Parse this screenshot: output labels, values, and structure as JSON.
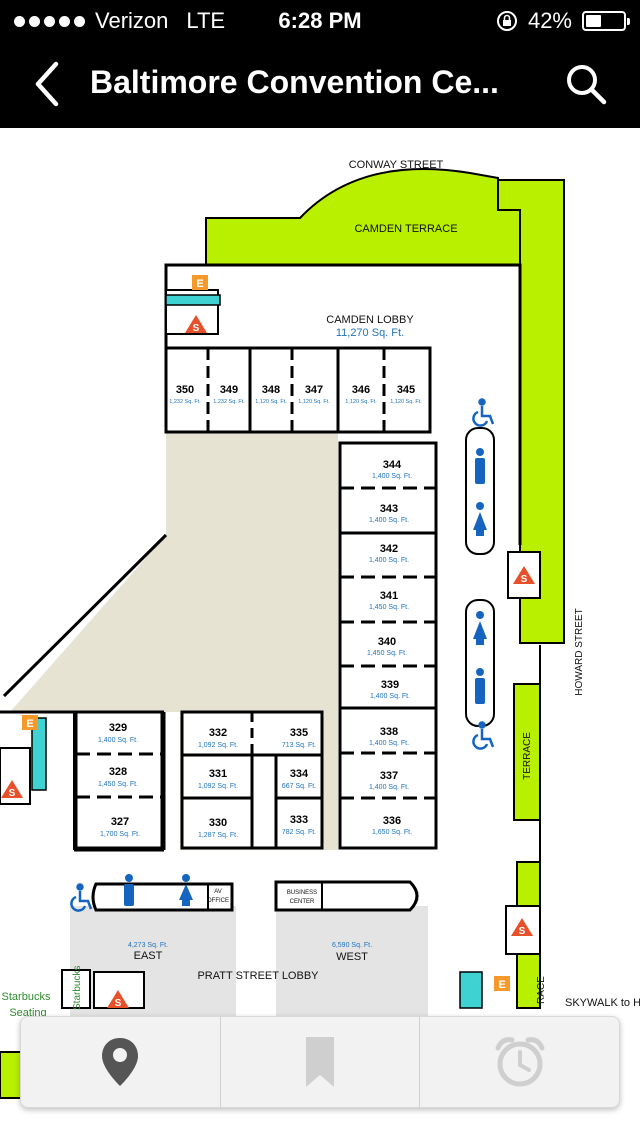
{
  "status_bar": {
    "carrier": "Verizon",
    "network": "LTE",
    "time": "6:28 PM",
    "battery": "42%",
    "battery_level": 0.42
  },
  "nav": {
    "title": "Baltimore Convention Ce..."
  },
  "map": {
    "streets": {
      "conway": "CONWAY STREET",
      "howard": "HOWARD STREET",
      "skywalk": "SKYWALK to H"
    },
    "areas": {
      "camden_terrace": "CAMDEN TERRACE",
      "camden_lobby": "CAMDEN LOBBY",
      "camden_lobby_sqft": "11,270 Sq. Ft.",
      "terrace": "TERRACE",
      "terrace_partial": "RACE",
      "pratt_lobby": "PRATT STREET LOBBY",
      "east": "EAST",
      "east_sqft": "4,273 Sq. Ft.",
      "west": "WEST",
      "west_sqft": "6,590 Sq. Ft.",
      "av_office_1": "AV",
      "av_office_2": "OFFICE",
      "business_center_1": "BUSINESS",
      "business_center_2": "CENTER",
      "starbucks_1": "Starbucks",
      "starbucks_2": "Seating",
      "starbucks_vertical": "Starbucks",
      "elevator": "E",
      "stairs": "S"
    },
    "rooms_top": [
      {
        "number": "350",
        "sqft": "1,232 Sq. Ft."
      },
      {
        "number": "349",
        "sqft": "1,232 Sq. Ft."
      },
      {
        "number": "348",
        "sqft": "1,120 Sq. Ft."
      },
      {
        "number": "347",
        "sqft": "1,120 Sq. Ft."
      },
      {
        "number": "346",
        "sqft": "1,120 Sq. Ft."
      },
      {
        "number": "345",
        "sqft": "1,120 Sq. Ft."
      }
    ],
    "rooms_right": [
      {
        "number": "344",
        "sqft": "1,400 Sq. Ft."
      },
      {
        "number": "343",
        "sqft": "1,400 Sq. Ft."
      },
      {
        "number": "342",
        "sqft": "1,400 Sq. Ft."
      },
      {
        "number": "341",
        "sqft": "1,450 Sq. Ft."
      },
      {
        "number": "340",
        "sqft": "1,450 Sq. Ft."
      },
      {
        "number": "339",
        "sqft": "1,400 Sq. Ft."
      },
      {
        "number": "338",
        "sqft": "1,400 Sq. Ft."
      },
      {
        "number": "337",
        "sqft": "1,400 Sq. Ft."
      },
      {
        "number": "336",
        "sqft": "1,650 Sq. Ft."
      }
    ],
    "rooms_left": [
      {
        "number": "329",
        "sqft": "1,400 Sq. Ft."
      },
      {
        "number": "328",
        "sqft": "1,450 Sq. Ft."
      },
      {
        "number": "327",
        "sqft": "1,700 Sq. Ft."
      }
    ],
    "rooms_mid": [
      {
        "number": "332",
        "sqft": "1,092 Sq. Ft."
      },
      {
        "number": "331",
        "sqft": "1,092 Sq. Ft."
      },
      {
        "number": "330",
        "sqft": "1,287 Sq. Ft."
      },
      {
        "number": "335",
        "sqft": "713 Sq. Ft."
      },
      {
        "number": "334",
        "sqft": "667 Sq. Ft."
      },
      {
        "number": "333",
        "sqft": "782 Sq. Ft."
      }
    ]
  },
  "toolbar": {
    "items": [
      {
        "icon": "location-pin-icon",
        "active": true
      },
      {
        "icon": "bookmark-icon",
        "active": false
      },
      {
        "icon": "alarm-clock-icon",
        "active": false
      }
    ]
  },
  "colors": {
    "green": "#b8f000",
    "lobby": "#e6e3d3",
    "blue_text": "#1e73be",
    "elevator": "#f59a2a",
    "stairs": "#e8502a",
    "teal": "#3fd2d2",
    "person_blue": "#1565c0"
  }
}
